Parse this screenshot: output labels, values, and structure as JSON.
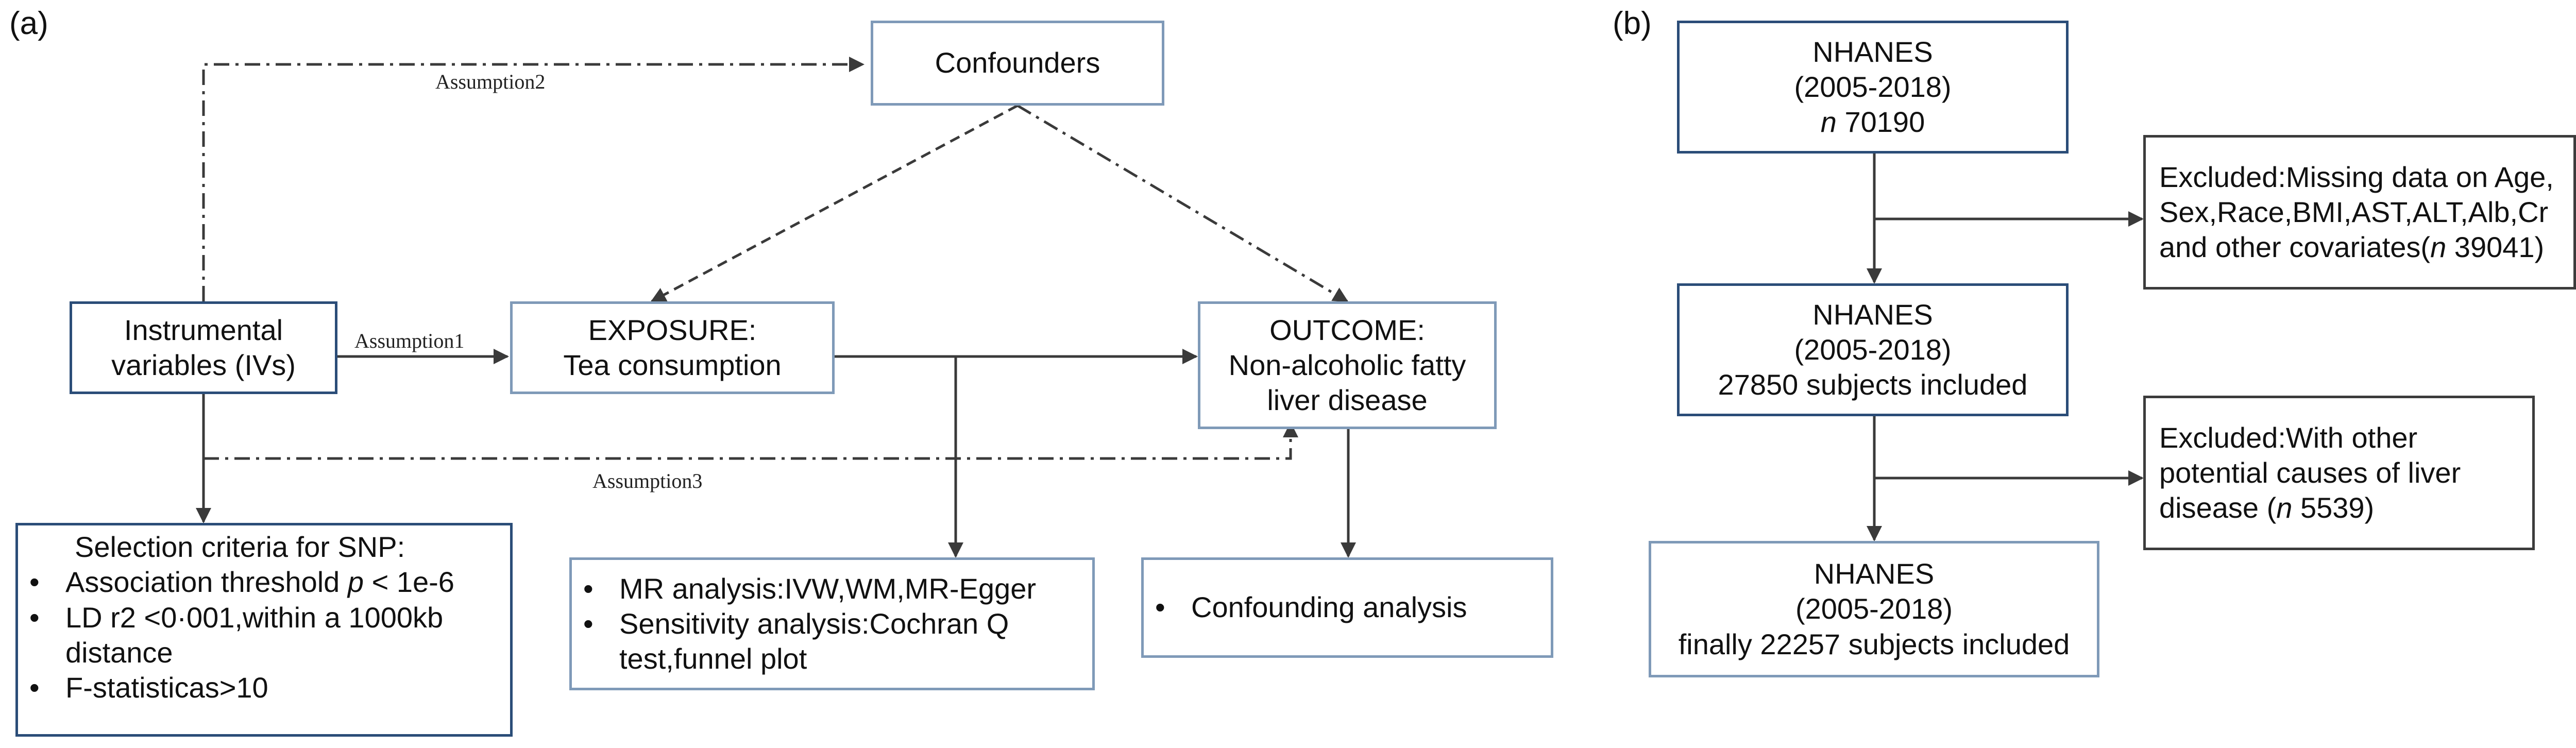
{
  "panel_a": {
    "label": "(a)",
    "confounders": "Confounders",
    "ivs": [
      "Instrumental",
      "variables (IVs)"
    ],
    "exposure": [
      "EXPOSURE:",
      "Tea consumption"
    ],
    "outcome": [
      "OUTCOME:",
      "Non-alcoholic fatty",
      "liver disease"
    ],
    "assumption1": "Assumption1",
    "assumption2": "Assumption2",
    "assumption3": "Assumption3",
    "snp": {
      "title": "Selection criteria for SNP:",
      "items": [
        {
          "text": "Association threshold ",
          "italic": "p",
          "suffix": " < 1e-6"
        },
        {
          "line1": "LD r2 <0·001,within a 1000kb",
          "line2": "distance"
        },
        {
          "text": "F-statisticas>10"
        }
      ]
    },
    "mr": {
      "items": [
        {
          "line1": "MR analysis:IVW,WM,MR-Egger"
        },
        {
          "line1": "Sensitivity analysis:Cochran Q",
          "line2": "test,funnel plot"
        }
      ]
    },
    "confounding": "Confounding analysis"
  },
  "panel_b": {
    "label": "(b)",
    "box1": {
      "title": "NHANES",
      "years": "(2005-2018)",
      "n_italic": "n",
      "n_value": " 70190"
    },
    "excl1": {
      "lines": [
        "Excluded:Missing data on Age,",
        "Sex,Race,BMI,AST,ALT,Alb,Cr"
      ],
      "line3_prefix": "and other covariates(",
      "n_italic": "n",
      "line3_suffix": " 39041)"
    },
    "box2": {
      "title": "NHANES",
      "years": "(2005-2018)",
      "subjects": "27850 subjects included"
    },
    "excl2": {
      "lines": [
        "Excluded:With other",
        "potential causes of liver"
      ],
      "line3_prefix": "disease (",
      "n_italic": "n",
      "line3_suffix": " 5539)"
    },
    "box3": {
      "title": "NHANES",
      "years": "(2005-2018)",
      "subjects": "finally 22257 subjects included"
    }
  },
  "colors": {
    "box_border": "#2b4d78",
    "box_border_light": "#7f9ab8",
    "line": "#3a3a3a"
  }
}
